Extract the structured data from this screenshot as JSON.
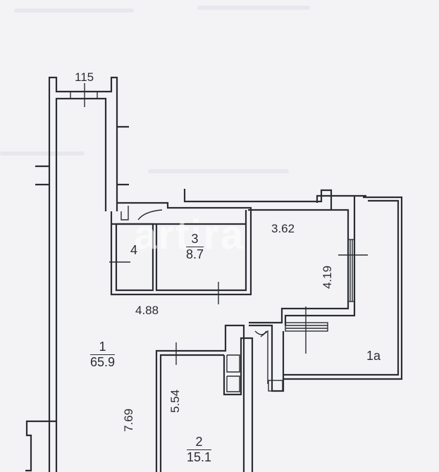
{
  "floor_plan": {
    "top_dimension": "115",
    "rooms": [
      {
        "id": "room-1",
        "number": "1",
        "area": "65.9"
      },
      {
        "id": "room-1a",
        "number": "1a",
        "area": ""
      },
      {
        "id": "room-2",
        "number": "2",
        "area": "15.1"
      },
      {
        "id": "room-3",
        "number": "3",
        "area": "8.7"
      },
      {
        "id": "room-4",
        "number": "4",
        "area": ""
      }
    ],
    "dimensions": {
      "room_top_right_width": "3.62",
      "room_top_right_height": "4.19",
      "lower_width": "4.88",
      "room2_height": "5.54",
      "left_height": "7.69"
    },
    "watermark": "artira"
  },
  "colors": {
    "background": "#f3f3f6",
    "lines": "#2b2d33"
  }
}
